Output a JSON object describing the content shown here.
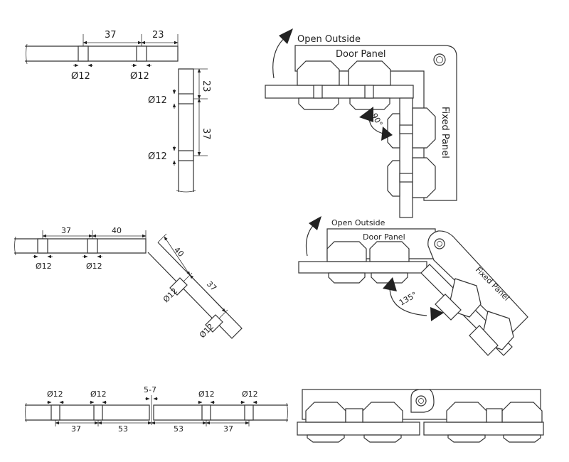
{
  "diagram1": {
    "dim_a": "37",
    "dim_b": "23",
    "hole_a": "Ø12",
    "hole_b": "Ø12"
  },
  "diagram2": {
    "dim_a": "23",
    "dim_b": "37",
    "hole_a": "Ø12",
    "hole_b": "Ø12"
  },
  "diagram3": {
    "open_label": "Open Outside",
    "door_label": "Door Panel",
    "fixed_label": "Fixed Panel",
    "angle": "90°"
  },
  "diagram4": {
    "dim_a": "37",
    "dim_b": "40",
    "hole_a": "Ø12",
    "hole_b": "Ø12"
  },
  "diagram5": {
    "dim_a": "40",
    "dim_b": "37",
    "hole_a": "Ø12",
    "hole_b": "Ø12"
  },
  "diagram6": {
    "open_label": "Open Outside",
    "door_label": "Door Panel",
    "fixed_label": "Fixed Panel",
    "angle": "135°"
  },
  "diagram7": {
    "holes": [
      "Ø12",
      "Ø12",
      "Ø12",
      "Ø12"
    ],
    "gap": "5-7",
    "dims": [
      "37",
      "53",
      "53",
      "37"
    ]
  }
}
